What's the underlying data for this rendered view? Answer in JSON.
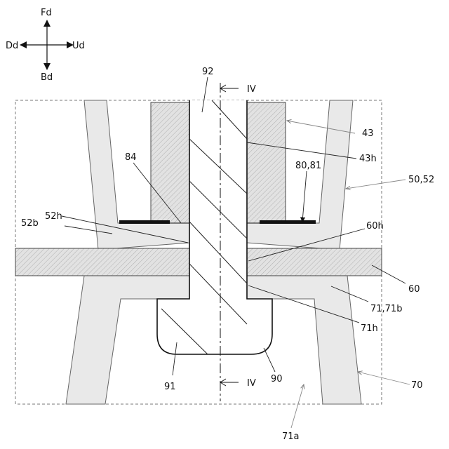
{
  "directions": {
    "front": "Fd",
    "back": "Bd",
    "down": "Dd",
    "up": "Ud"
  },
  "section_marks": {
    "top": "IV",
    "bottom": "IV"
  },
  "labels": {
    "l92": "92",
    "l43": "43",
    "l43h": "43h",
    "l84": "84",
    "l8081": "80,81",
    "l5052": "50,52",
    "l52b": "52b",
    "l52h": "52h",
    "l60h": "60h",
    "l60": "60",
    "l7171b": "71,71b",
    "l71h": "71h",
    "l91": "91",
    "l90": "90",
    "l70": "70",
    "l71a": "71a"
  }
}
